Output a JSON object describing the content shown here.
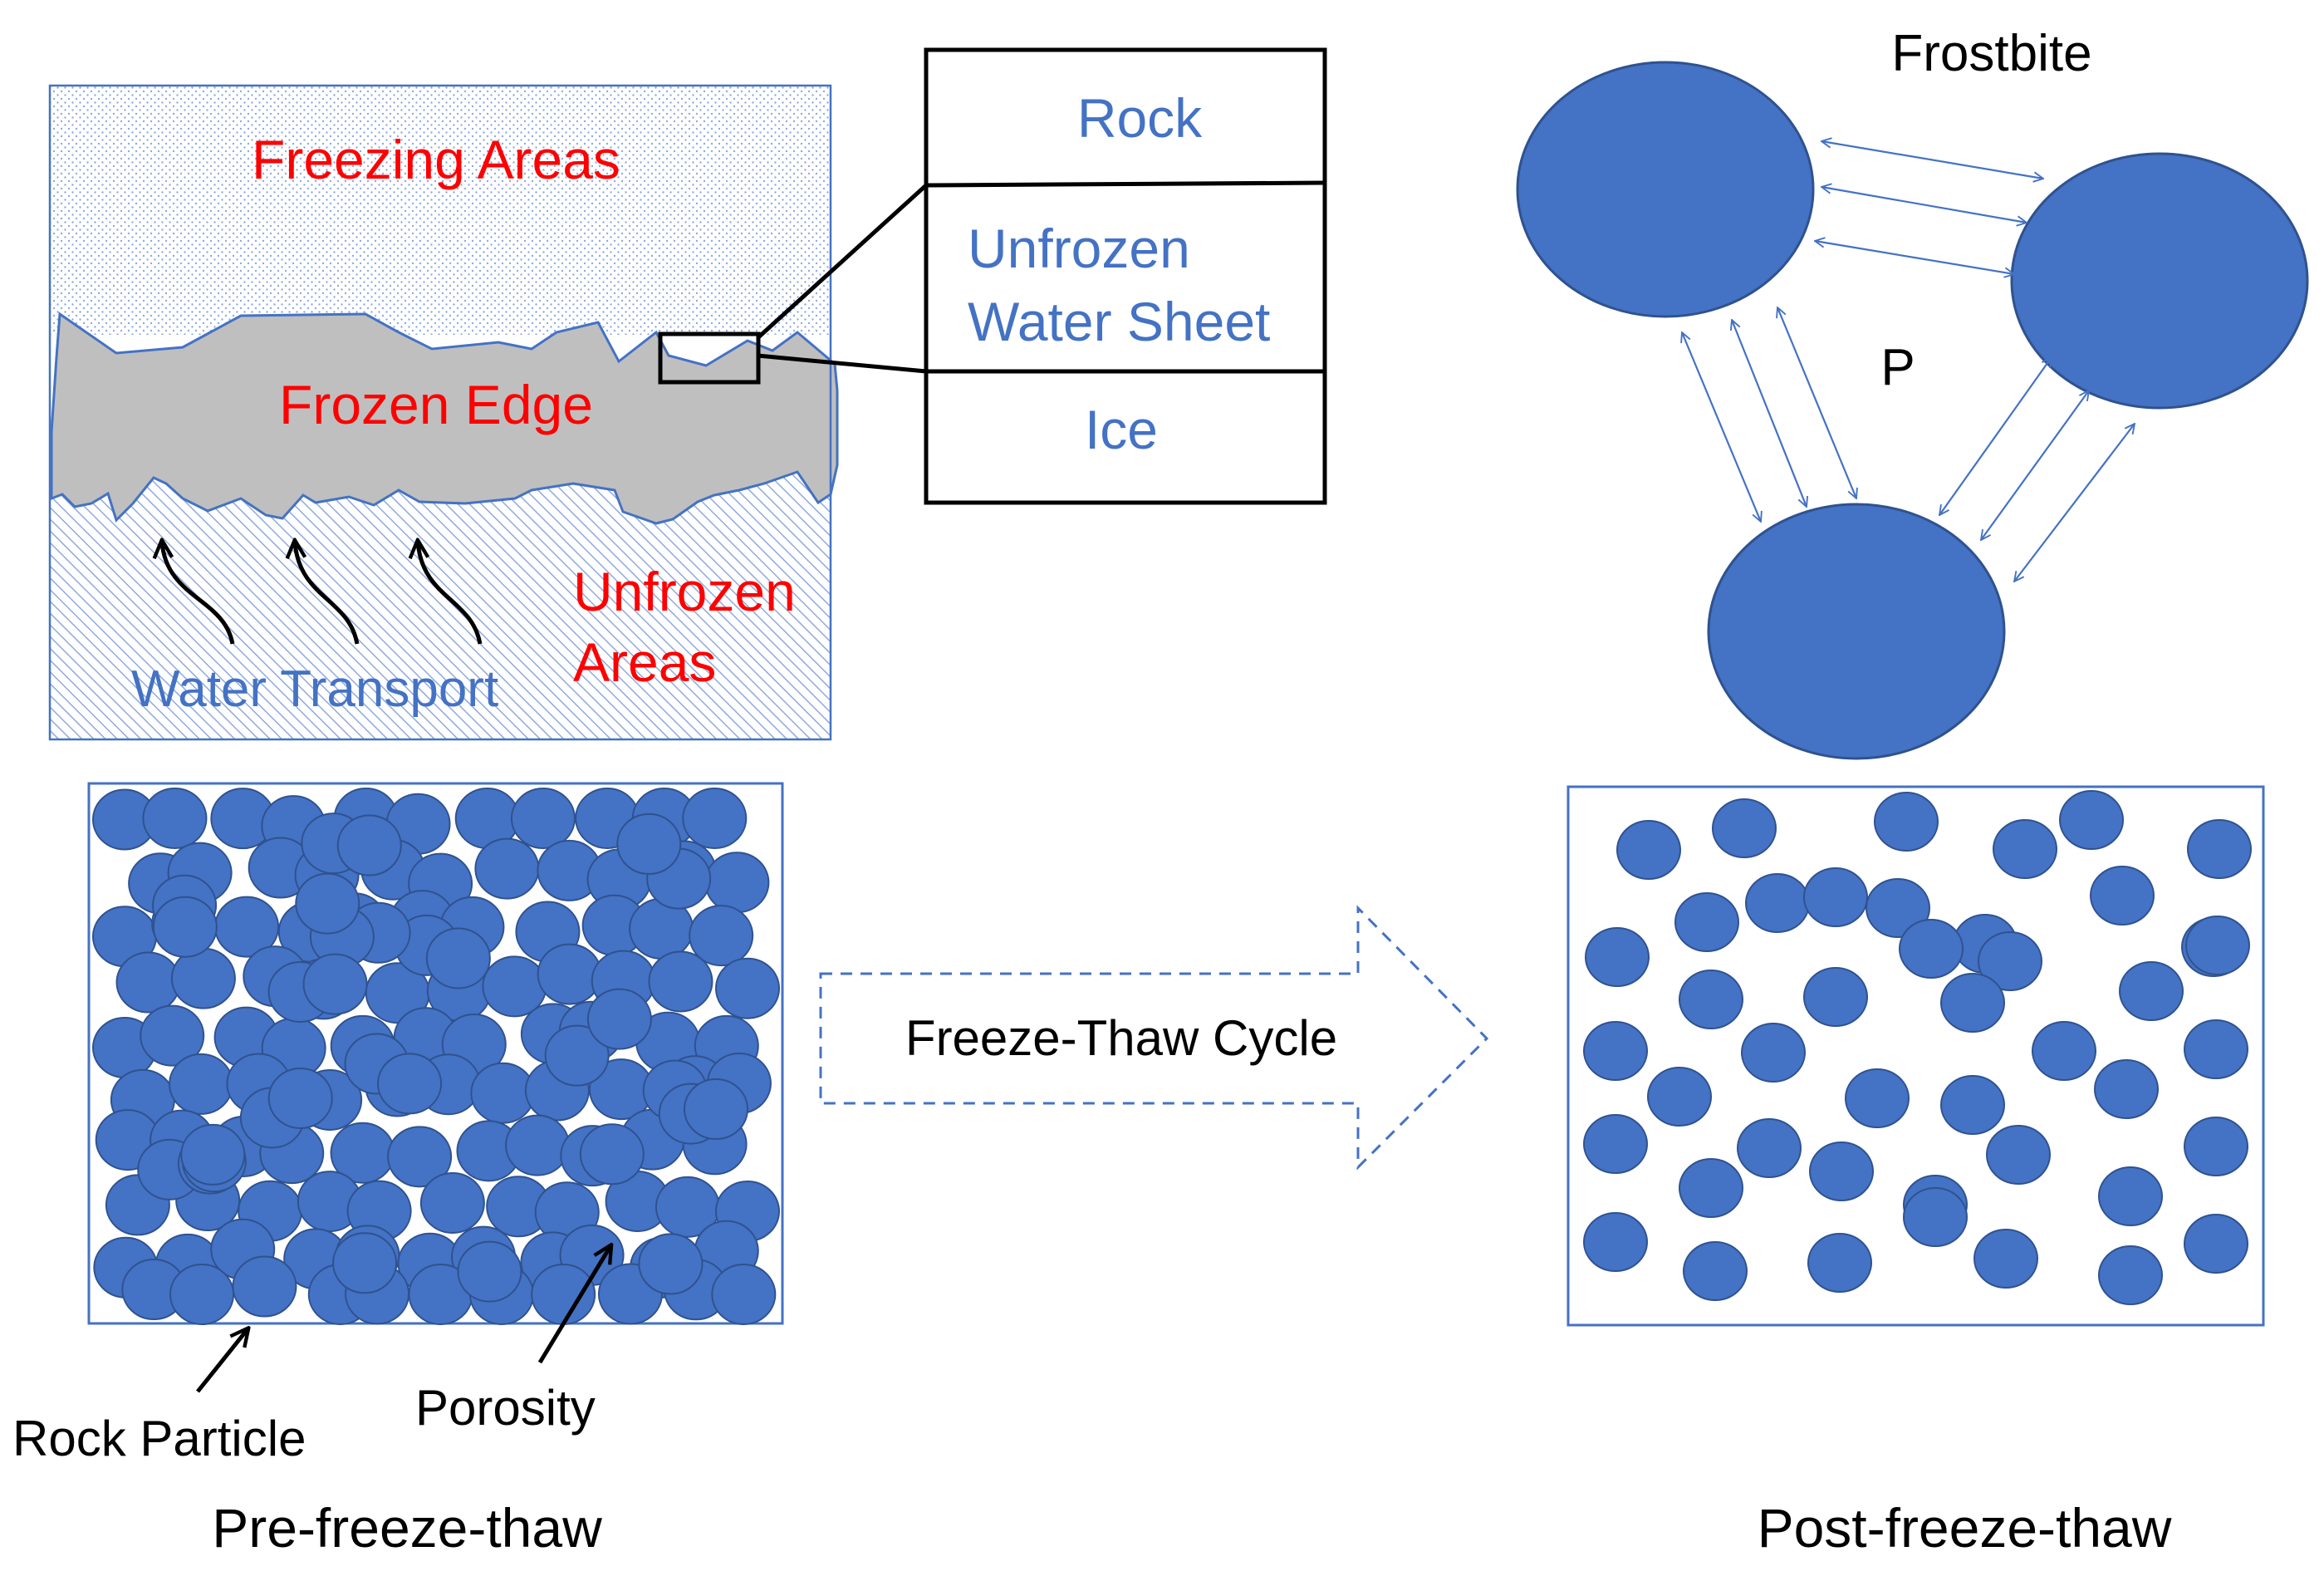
{
  "colors": {
    "particle_fill": "#4472C4",
    "particle_stroke": "#2F528F",
    "blue_text": "#4472C4",
    "red_text": "#FF0000",
    "frozen_edge_fill": "#BFBFBF",
    "black": "#000000"
  },
  "freeze_panel": {
    "freezing_areas": "Freezing Areas",
    "frozen_edge": "Frozen Edge",
    "unfrozen_line1": "Unfrozen",
    "unfrozen_line2": "Areas",
    "water_transport": "Water Transport"
  },
  "zoom_box": {
    "rock": "Rock",
    "unfrozen_line1": "Unfrozen",
    "unfrozen_line2": "Water Sheet",
    "ice": "Ice"
  },
  "frostbite": {
    "title": "Frostbite",
    "pressure": "P"
  },
  "cycle": {
    "arrow_label": "Freeze-Thaw Cycle",
    "rock_particle": "Rock Particle",
    "porosity": "Porosity",
    "pre_caption": "Pre-freeze-thaw",
    "post_caption": "Post-freeze-thaw"
  }
}
